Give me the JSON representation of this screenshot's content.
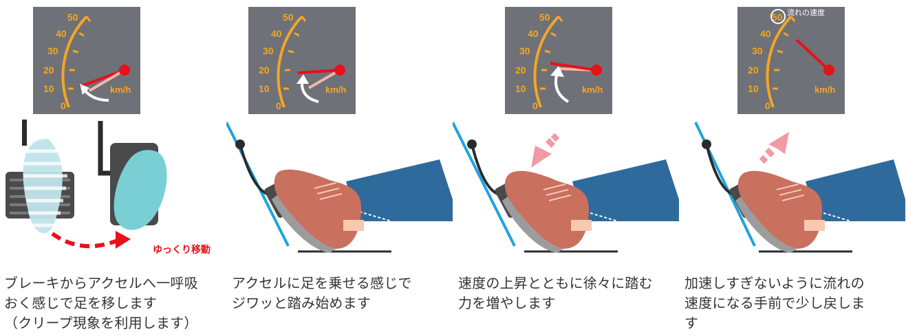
{
  "gauge": {
    "ticks": [
      "50",
      "40",
      "30",
      "20",
      "10",
      "0"
    ],
    "unit": "km/h"
  },
  "steps": [
    {
      "caption": "ブレーキからアクセルへ一呼吸\nおく感じで足を移します\n（クリープ現象を利用します）",
      "slow_move_label": "ゆっくり移動"
    },
    {
      "caption": "アクセルに足を乗せる感じで\nジワッと踏み始めます"
    },
    {
      "caption": "速度の上昇とともに徐々に踏む\n力を増やします"
    },
    {
      "caption": "加速しすぎないように流れの\n速度になる手前で少し戻しま\nす",
      "flow_speed_label": "流れの速度"
    }
  ],
  "colors": {
    "gauge_bg": "#6e7178",
    "gauge_scale": "#f5a623",
    "needle": "#e8101a",
    "ghost_needle": "#f4b6a6",
    "pedal_line": "#1ea3e0",
    "shoe": "#c9705f",
    "jeans": "#2f6a9c",
    "arrow_down": "#f09aa3",
    "move_arrow": "#e8101a"
  }
}
